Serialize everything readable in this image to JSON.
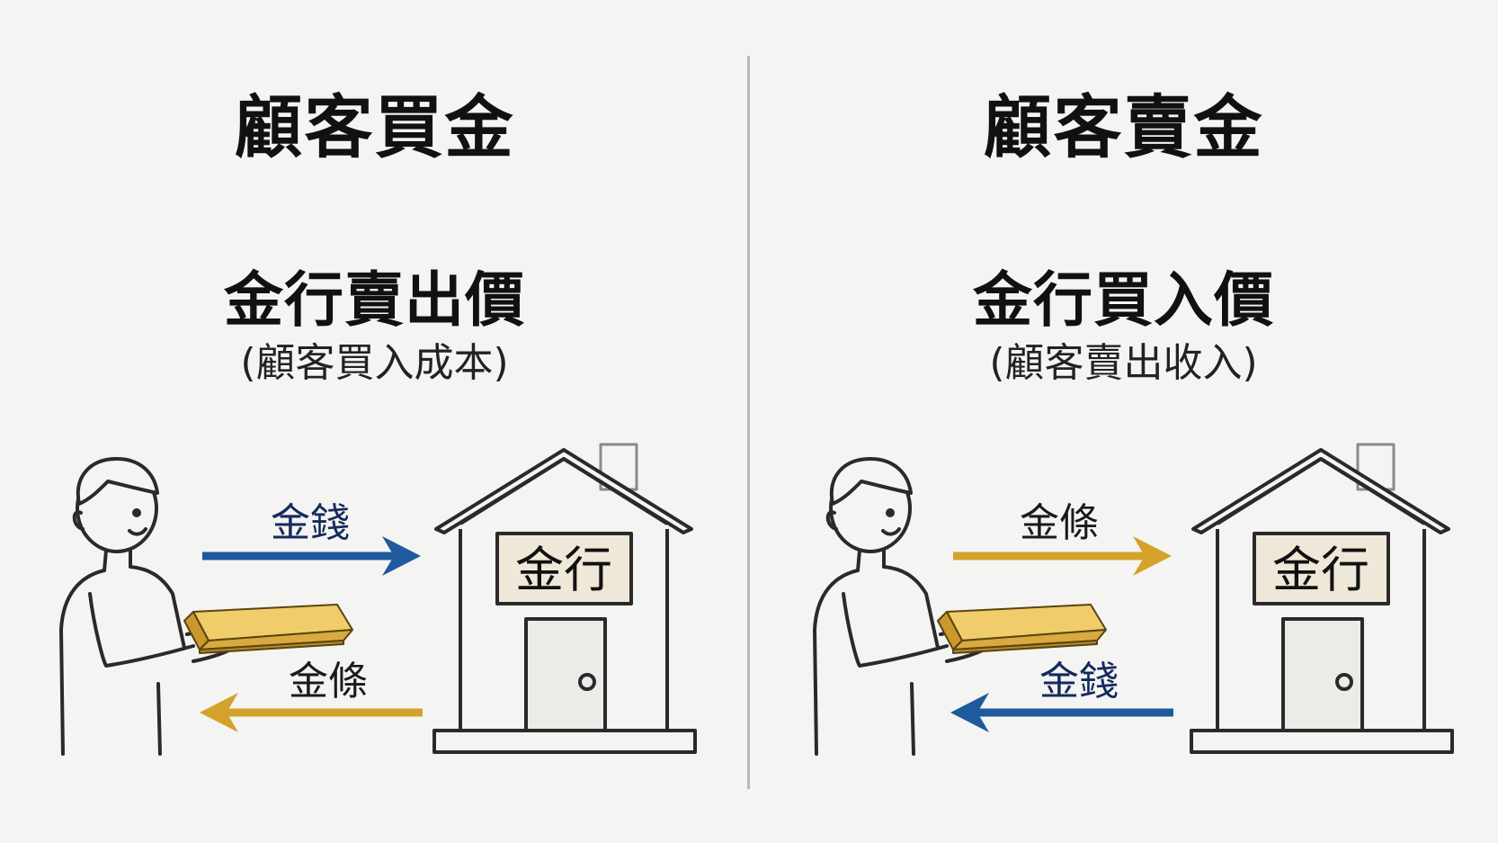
{
  "colors": {
    "money_blue": "#1e5a9c",
    "gold": "#d4a22a",
    "money_text": "#152a5c",
    "gold_text": "#1a1a1a",
    "line": "#2a2a2a",
    "divider": "#b9b9b9"
  },
  "left": {
    "heading": "顧客買金",
    "price_label": "金行賣出價",
    "price_sub": "(顧客買入成本)",
    "top_arrow_label": "金錢",
    "top_arrow_color": "money",
    "bottom_arrow_label": "金條",
    "bottom_arrow_color": "gold",
    "shop_sign": "金行"
  },
  "right": {
    "heading": "顧客賣金",
    "price_label": "金行買入價",
    "price_sub": "(顧客賣出收入)",
    "top_arrow_label": "金條",
    "top_arrow_color": "gold",
    "bottom_arrow_label": "金錢",
    "bottom_arrow_color": "money",
    "shop_sign": "金行"
  }
}
